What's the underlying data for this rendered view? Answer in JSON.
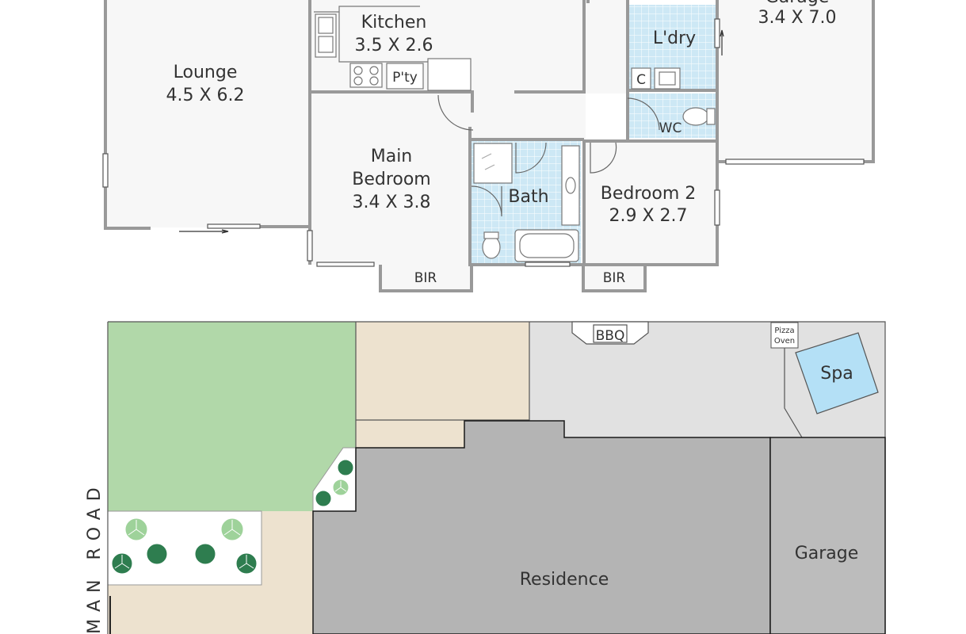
{
  "floorplan": {
    "rooms": {
      "lounge": {
        "name": "Lounge",
        "size": "4.5 X 6.2"
      },
      "kitchen": {
        "name": "Kitchen",
        "size": "3.5 X 2.6"
      },
      "pantry": {
        "name": "P'ty"
      },
      "laundry": {
        "name": "L'dry"
      },
      "laundry_cupboard": {
        "name": "C"
      },
      "wc": {
        "name": "WC"
      },
      "garage": {
        "name": "Garage",
        "size": "3.4 X 7.0"
      },
      "main_bedroom": {
        "name_line1": "Main",
        "name_line2": "Bedroom",
        "size": "3.4 X 3.8"
      },
      "bath": {
        "name": "Bath"
      },
      "bedroom2": {
        "name": "Bedroom 2",
        "size": "2.9 X 2.7"
      },
      "bir_left": {
        "name": "BIR"
      },
      "bir_right": {
        "name": "BIR"
      }
    }
  },
  "siteplan": {
    "labels": {
      "bbq": "BBQ",
      "pizza_line1": "Pizza",
      "pizza_line2": "Oven",
      "spa": "Spa",
      "garage": "Garage",
      "residence": "Residence",
      "road": "MAN ROAD"
    }
  },
  "colors": {
    "wall": "#999999",
    "floor": "#f7f7f7",
    "wet_area": "#cde8f5",
    "lawn": "#b1d8a9",
    "paving": "#ede2cf",
    "patio": "#e1e1e1",
    "building": "#b4b4b4",
    "garage_building": "#bcbcbc",
    "spa": "#b4e0f6",
    "tree_dark": "#2e7d4f",
    "tree_light": "#9ed29a"
  }
}
